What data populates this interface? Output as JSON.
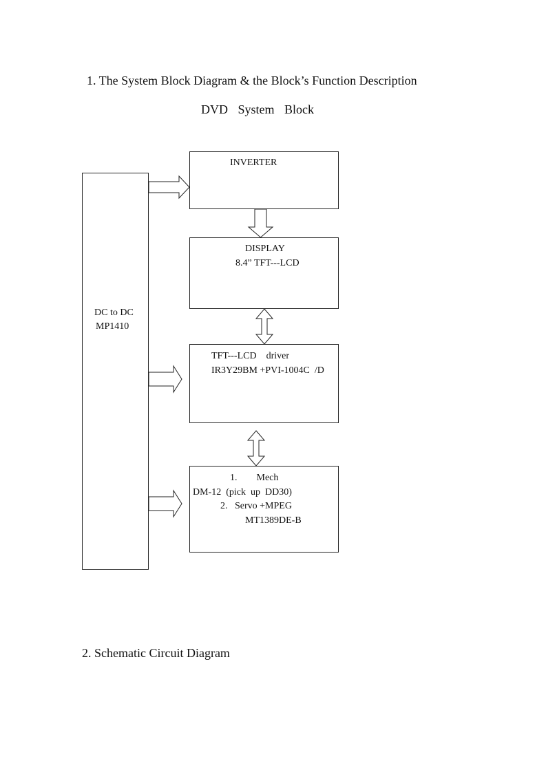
{
  "section_heading_1": "1. The System Block Diagram & the Block’s Function Description",
  "diagram_title": "DVD System Block",
  "blocks": {
    "dcdc": {
      "line1": "DC to DC",
      "line2": "MP1410"
    },
    "inverter": {
      "line1": "INVERTER"
    },
    "display": {
      "line1": "DISPLAY",
      "line2": "8.4” TFT---LCD"
    },
    "tft_driver": {
      "line1": "TFT---LCD    driver",
      "line2": "IR3Y29BM +PVI-1004C  /D"
    },
    "mech_servo": {
      "line1": "1.        Mech",
      "line2": "DM-12  (pick  up  DD30)",
      "line3": "2.   Servo +MPEG",
      "line4": "MT1389DE-B"
    }
  },
  "section_heading_2": "2. Schematic Circuit Diagram"
}
